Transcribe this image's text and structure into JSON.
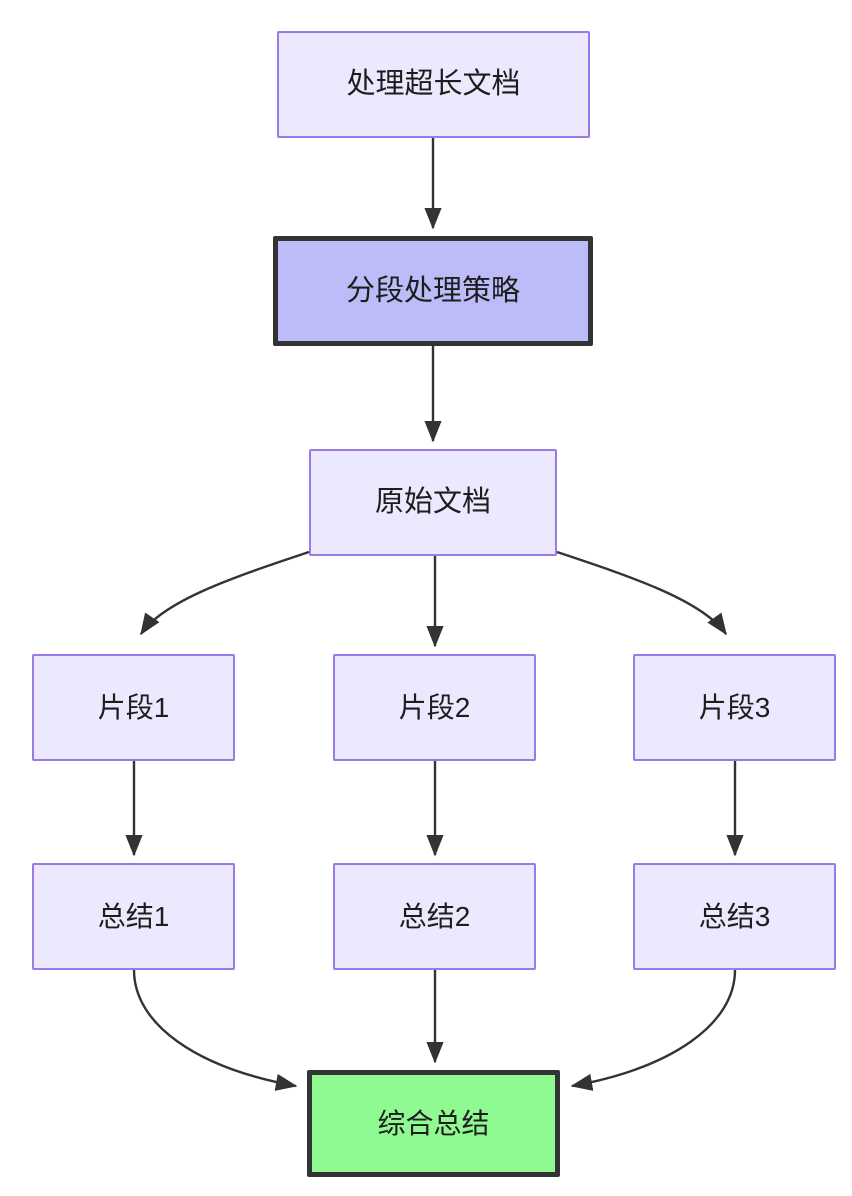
{
  "diagram": {
    "type": "flowchart",
    "direction": "top-to-bottom",
    "background_color": "#ffffff",
    "edge_color": "#333333",
    "nodes": [
      {
        "id": "root",
        "label": "处理超长文档",
        "fill": "#ECE8FD",
        "stroke": "#9A7AE8",
        "stroke_width": 2
      },
      {
        "id": "strategy",
        "label": "分段处理策略",
        "fill": "#BCBDF8",
        "stroke": "#333333",
        "stroke_width": 5
      },
      {
        "id": "original",
        "label": "原始文档",
        "fill": "#ECE8FD",
        "stroke": "#9A7AE8",
        "stroke_width": 2
      },
      {
        "id": "chunk1",
        "label": "片段1",
        "fill": "#ECE8FD",
        "stroke": "#9A7AE8",
        "stroke_width": 2
      },
      {
        "id": "chunk2",
        "label": "片段2",
        "fill": "#ECE8FD",
        "stroke": "#9A7AE8",
        "stroke_width": 2
      },
      {
        "id": "chunk3",
        "label": "片段3",
        "fill": "#ECE8FD",
        "stroke": "#9A7AE8",
        "stroke_width": 2
      },
      {
        "id": "summary1",
        "label": "总结1",
        "fill": "#ECE8FD",
        "stroke": "#9A7AE8",
        "stroke_width": 2
      },
      {
        "id": "summary2",
        "label": "总结2",
        "fill": "#ECE8FD",
        "stroke": "#9A7AE8",
        "stroke_width": 2
      },
      {
        "id": "summary3",
        "label": "总结3",
        "fill": "#ECE8FD",
        "stroke": "#9A7AE8",
        "stroke_width": 2
      },
      {
        "id": "final",
        "label": "综合总结",
        "fill": "#90FA92",
        "stroke": "#333333",
        "stroke_width": 5
      }
    ],
    "edges": [
      {
        "from": "root",
        "to": "strategy",
        "label": ""
      },
      {
        "from": "strategy",
        "to": "original",
        "label": ""
      },
      {
        "from": "original",
        "to": "chunk1",
        "label": ""
      },
      {
        "from": "original",
        "to": "chunk2",
        "label": ""
      },
      {
        "from": "original",
        "to": "chunk3",
        "label": ""
      },
      {
        "from": "chunk1",
        "to": "summary1",
        "label": ""
      },
      {
        "from": "chunk2",
        "to": "summary2",
        "label": ""
      },
      {
        "from": "chunk3",
        "to": "summary3",
        "label": ""
      },
      {
        "from": "summary1",
        "to": "final",
        "label": ""
      },
      {
        "from": "summary2",
        "to": "final",
        "label": ""
      },
      {
        "from": "summary3",
        "to": "final",
        "label": ""
      }
    ]
  }
}
